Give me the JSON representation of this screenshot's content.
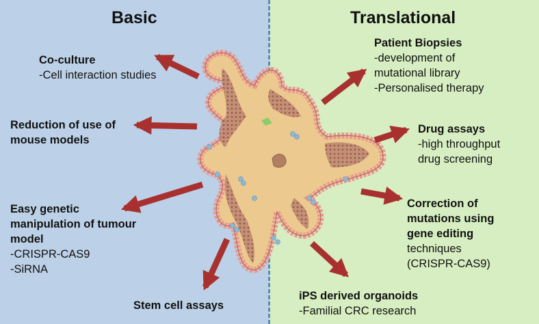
{
  "colors": {
    "basic_bg": "#bcd1e7",
    "translational_bg": "#d7eec2",
    "arrow": "#a8312f",
    "organoid_fill": "#ecc98f",
    "crypt_fill": "#b9826c",
    "cell_pink": "#e9998f",
    "cell_blue": "#8eb8d8",
    "divider": "#5c8fae"
  },
  "headings": {
    "basic": "Basic",
    "translational": "Translational"
  },
  "basic": {
    "coculture": {
      "title": "Co-culture",
      "lines": [
        "-Cell interaction studies"
      ]
    },
    "reduction": {
      "title_lines": [
        "Reduction of use of",
        "mouse models"
      ]
    },
    "genetic": {
      "title_lines": [
        "Easy genetic",
        "manipulation of tumour",
        "model"
      ],
      "lines": [
        "-CRISPR-CAS9",
        "-SiRNA"
      ]
    },
    "stem": {
      "title": "Stem cell assays"
    }
  },
  "translational": {
    "biopsies": {
      "title": "Patient Biopsies",
      "lines": [
        "-development of",
        "mutational library",
        "-Personalised therapy"
      ]
    },
    "drug": {
      "title": "Drug assays",
      "lines": [
        "-high throughput",
        "drug screening"
      ]
    },
    "correction": {
      "title_lines": [
        "Correction of",
        "mutations using",
        "gene editing"
      ],
      "lines": [
        "techniques",
        "(CRISPR-CAS9)"
      ]
    },
    "ips": {
      "title": "iPS derived organoids",
      "lines": [
        "-Familial CRC research"
      ]
    }
  }
}
